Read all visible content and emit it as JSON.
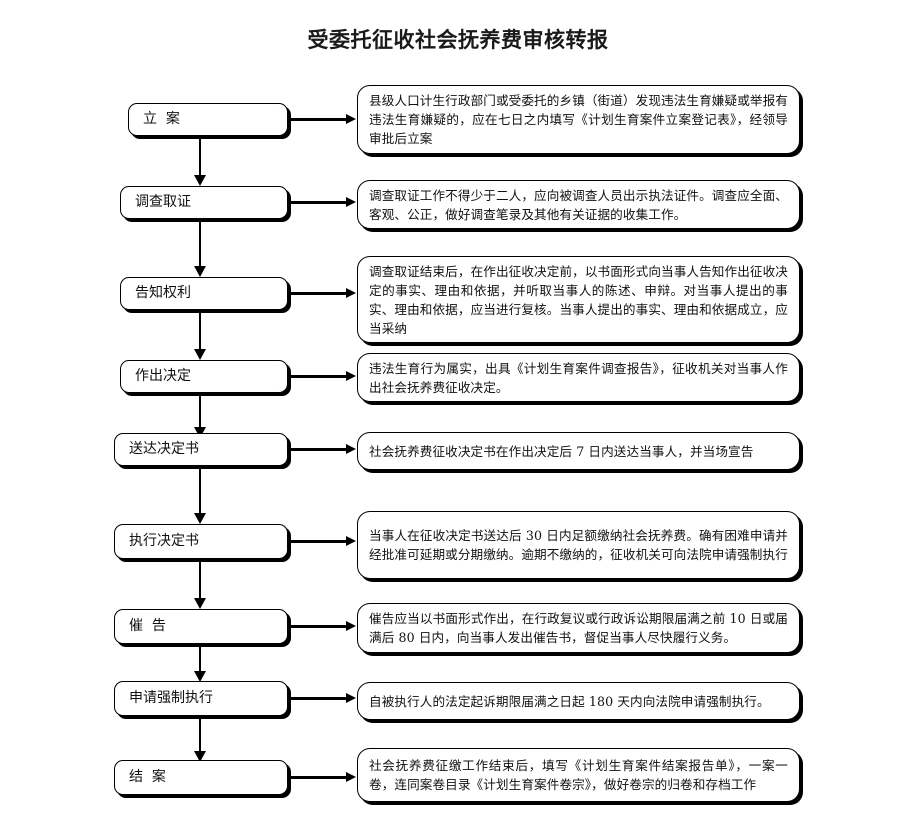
{
  "title": "受委托征收社会抚养费审核转报",
  "colors": {
    "background": "#ffffff",
    "stroke": "#000000",
    "text": "#111111",
    "box_fill": "#ffffff",
    "shadow": "#000000"
  },
  "flow": {
    "orientation": "vertical",
    "steps": [
      {
        "id": "step-1",
        "stage": "立  案",
        "description": "县级人口计生行政部门或受委托的乡镇（街道）发现违法生育嫌疑或举报有违法生育嫌疑的，应在七日之内填写《计划生育案件立案登记表》，经领导审批后立案"
      },
      {
        "id": "step-2",
        "stage": "调查取证",
        "description": "调查取证工作不得少于二人，应向被调查人员出示执法证件。调查应全面、客观、公正，做好调查笔录及其他有关证据的收集工作。"
      },
      {
        "id": "step-3",
        "stage": "告知权利",
        "description": "调查取证结束后，在作出征收决定前，以书面形式向当事人告知作出征收决定的事实、理由和依据，并听取当事人的陈述、申辩。对当事人提出的事实、理由和依据，应当进行复核。当事人提出的事实、理由和依据成立，应当采纳"
      },
      {
        "id": "step-4",
        "stage": "作出决定",
        "description": "违法生育行为属实，出具《计划生育案件调查报告》，征收机关对当事人作出社会抚养费征收决定。"
      },
      {
        "id": "step-5",
        "stage": "送达决定书",
        "description": "社会抚养费征收决定书在作出决定后 7 日内送达当事人，并当场宣告"
      },
      {
        "id": "step-6",
        "stage": "执行决定书",
        "description": "当事人在征收决定书送达后 30 日内足额缴纳社会抚养费。确有困难申请并经批准可延期或分期缴纳。逾期不缴纳的，征收机关可向法院申请强制执行"
      },
      {
        "id": "step-7",
        "stage": "催  告",
        "description": "催告应当以书面形式作出，在行政复议或行政诉讼期限届满之前 10 日或届满后 80 日内，向当事人发出催告书，督促当事人尽快履行义务。"
      },
      {
        "id": "step-8",
        "stage": "申请强制执行",
        "description": "自被执行人的法定起诉期限届满之日起 180 天内向法院申请强制执行。"
      },
      {
        "id": "step-9",
        "stage": "结  案",
        "description": "社会抚养费征缴工作结束后，填写《计划生育案件结案报告单》，一案一卷，连同案卷目录《计划生育案件卷宗》，做好卷宗的归卷和存档工作"
      }
    ]
  }
}
